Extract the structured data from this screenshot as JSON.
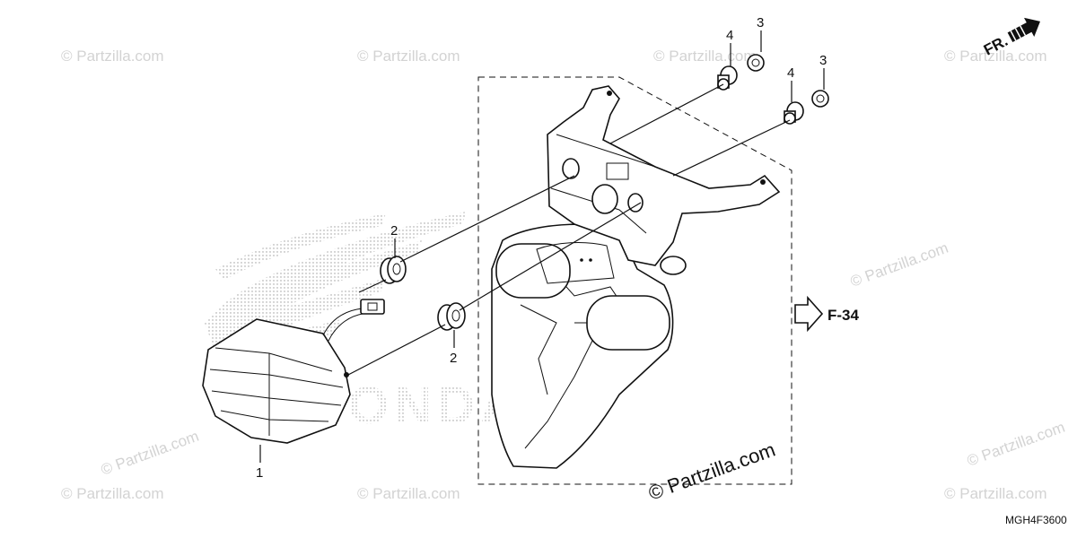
{
  "diagram": {
    "callouts": [
      "1",
      "2",
      "2",
      "3",
      "3",
      "4",
      "4"
    ],
    "reference_label": "F-34",
    "direction_label": "FR.",
    "drawing_code": "MGH4F3600",
    "watermark_text": "© Partzilla.com",
    "background_logo_text": "HONDA"
  }
}
